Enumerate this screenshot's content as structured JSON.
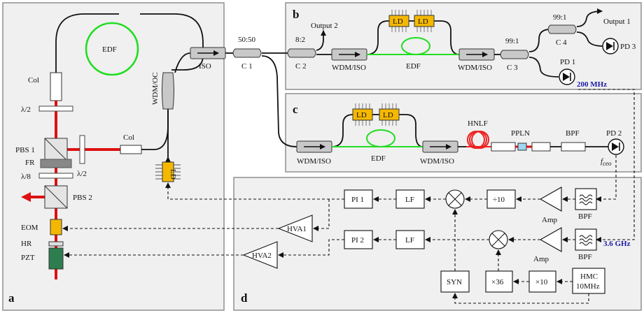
{
  "panels": {
    "a": "a",
    "b": "b",
    "c": "c",
    "d": "d"
  },
  "panel_a": {
    "edf": "EDF",
    "col_top": "Col",
    "col_side": "Col",
    "half_wave_1": "λ/2",
    "half_wave_2": "λ/2",
    "pbs1": "PBS 1",
    "fr": "FR",
    "eighth_wave": "λ/8",
    "pbs2": "PBS 2",
    "eom": "EOM",
    "hr": "HR",
    "pzt": "PZT",
    "wdm_oc": "WDM/OC",
    "ld": "LD"
  },
  "main_line": {
    "iso": "ISO",
    "c1": "C 1",
    "c1_ratio": "50:50"
  },
  "panel_b": {
    "c2": "C 2",
    "c2_ratio": "8:2",
    "output2": "Output 2",
    "wdm_iso_1": "WDM/ISO",
    "ld1": "LD",
    "ld2": "LD",
    "edf": "EDF",
    "wdm_iso_2": "WDM/ISO",
    "c3": "C 3",
    "c3_ratio": "99:1",
    "c4": "C 4",
    "c4_ratio": "99:1",
    "output1": "Output 1",
    "pd3": "PD 3",
    "pd1": "PD 1",
    "freq": "200 MHz"
  },
  "panel_c": {
    "wdm_iso_1": "WDM/ISO",
    "ld1": "LD",
    "ld2": "LD",
    "edf": "EDF",
    "wdm_iso_2": "WDM/ISO",
    "hnlf": "HNLF",
    "ppln": "PPLN",
    "bpf": "BPF",
    "pd2": "PD 2",
    "fceo": "f",
    "fceo_sub": "ceo"
  },
  "panel_d": {
    "pi1": "PI 1",
    "lf1": "LF",
    "div10": "÷10",
    "amp1": "Amp",
    "bpf1": "BPF",
    "hva1": "HVA1",
    "hva2": "HVA2",
    "pi2": "PI 2",
    "lf2": "LF",
    "amp2": "Amp",
    "bpf2": "BPF",
    "freq": "3.6 GHz",
    "syn": "SYN",
    "x36": "×36",
    "x10": "×10",
    "hmc_line1": "HMC",
    "hmc_line2": "10MHz"
  },
  "colors": {
    "laser": "#dd1111",
    "edf": "#22dd22",
    "hnlf": "#ee2222",
    "ld": "#f5b800",
    "eom": "#f5b800",
    "pzt": "#2e7d4f",
    "freq_label": "#1a1aa8"
  }
}
